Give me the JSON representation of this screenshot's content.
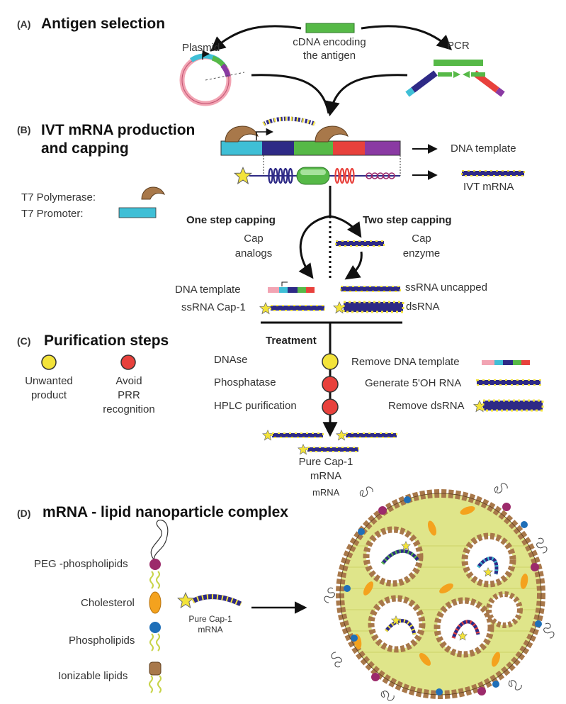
{
  "section_a": {
    "letter": "(A)",
    "title": "Antigen selection",
    "plasmid": "Plasmid",
    "cdna": "cDNA encoding\nthe antigen",
    "pcr": "PCR"
  },
  "section_b": {
    "letter": "(B)",
    "title": "IVT mRNA production\nand capping",
    "dna_template": "DNA template",
    "ivt_mrna": "IVT mRNA",
    "t7_polymerase": "T7 Polymerase:",
    "t7_promoter": "T7 Promoter:",
    "one_step": "One step capping",
    "two_step": "Two step capping",
    "cap_analogs": "Cap\nanalogs",
    "cap_enzyme": "Cap\nenzyme",
    "dna_template_left": "DNA template",
    "ssrna_cap1": "ssRNA Cap-1",
    "ssrna_uncapped": "ssRNA uncapped",
    "dsrna": "dsRNA"
  },
  "section_c": {
    "letter": "(C)",
    "title": "Purification steps",
    "unwanted": "Unwanted\nproduct",
    "avoid_prr": "Avoid\nPRR\nrecognition",
    "treatment": "Treatment",
    "dnase": "DNAse",
    "phosphatase": "Phosphatase",
    "hplc": "HPLC purification",
    "remove_dna": "Remove DNA template",
    "generate_5oh": "Generate 5'OH RNA",
    "remove_dsrna": "Remove dsRNA",
    "pure_cap1": "Pure Cap-1\nmRNA",
    "mrna_extra": "mRNA"
  },
  "section_d": {
    "letter": "(D)",
    "title": "mRNA - lipid nanoparticle complex",
    "peg": "PEG -phospholipids",
    "cholesterol": "Cholesterol",
    "phospholipids": "Phospholipids",
    "ionizable": "Ionizable lipids",
    "pure_cap1_small": "Pure Cap-1\nmRNA"
  },
  "colors": {
    "cyan": "#3fbfd6",
    "navy": "#2e2a86",
    "green": "#56b947",
    "red": "#e8413c",
    "purple": "#8a3aa3",
    "yellow": "#f3e33a",
    "tan": "#a8784a",
    "pink": "#f2a4b3",
    "orange": "#f4a21e",
    "magenta": "#9c2a6b",
    "blue": "#1f6fb8",
    "lipidgreen": "#dfe58a"
  }
}
